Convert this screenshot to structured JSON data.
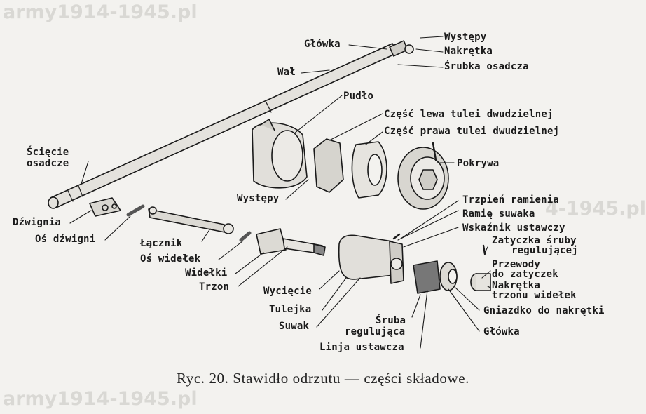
{
  "watermark": "army1914-1945.pl",
  "watermark_mid": "4-1945.pl",
  "caption": "Ryc. 20. Stawidło odrzutu — części składowe.",
  "labels": {
    "glowka_top": "Główka",
    "wal": "Wał",
    "wystepy_top": "Występy",
    "nakretka_top": "Nakrętka",
    "srubka_osadcza": "Śrubka osadcza",
    "pudlo": "Pudło",
    "czesc_lewa": "Część lewa tulei dwudzielnej",
    "czesc_prawa": "Część prawa tulei dwudzielnej",
    "pokrywa": "Pokrywa",
    "sciecie_line1": "Ścięcie",
    "sciecie_line2": "osadcze",
    "wystepy_mid": "Występy",
    "dzwignia": "Dźwignia",
    "os_dzwigni": "Oś dźwigni",
    "lacznik": "Łącznik",
    "os_widelek": "Oś widełek",
    "widelki": "Widełki",
    "trzon": "Trzon",
    "wyciecie": "Wycięcie",
    "tulejka": "Tulejka",
    "suwak": "Suwak",
    "sruba_line1": "Śruba",
    "sruba_line2": "regulująca",
    "linja": "Linja ustawcza",
    "trzpien": "Trzpień ramienia",
    "ramie": "Ramię suwaka",
    "wskaznik": "Wskaźnik ustawczy",
    "zatyczka_line1": "Zatyczka śruby",
    "zatyczka_line2": "regulującej",
    "przewody_line1": "Przewody",
    "przewody_line2": "do zatyczek",
    "nakretka2_line1": "Nakrętka",
    "nakretka2_line2": "trzonu widełek",
    "gniazdko": "Gniazdko do nakrętki",
    "glowka_bottom": "Główka"
  }
}
